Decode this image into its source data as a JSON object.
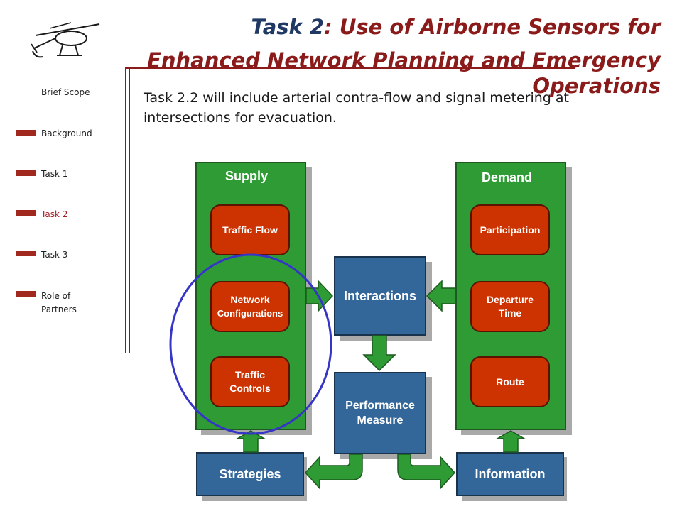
{
  "title": {
    "task_word": "Task 2",
    "line1_rest": ": Use of Airborne Sensors for",
    "line2": "Enhanced Network Planning and Emergency Operations"
  },
  "nav": {
    "items": [
      {
        "label": "Brief Scope"
      },
      {
        "label": "Background"
      },
      {
        "label": "Task 1"
      },
      {
        "label": "Task 2"
      },
      {
        "label": "Task 3"
      },
      {
        "label": "Role of Partners"
      }
    ]
  },
  "body": {
    "text": "Task 2.2 will include arterial contra-flow and signal metering at intersections for evacuation."
  },
  "diagram": {
    "supply": {
      "title": "Supply",
      "items": [
        "Traffic Flow",
        "Network",
        "Configurations",
        "Traffic",
        "Controls"
      ]
    },
    "demand": {
      "title": "Demand",
      "items": [
        "Participation",
        "Departure",
        "Time",
        "Route"
      ]
    },
    "interactions": "Interactions",
    "performance": [
      "Performance",
      "Measure"
    ],
    "strategies": "Strategies",
    "information": "Information"
  }
}
